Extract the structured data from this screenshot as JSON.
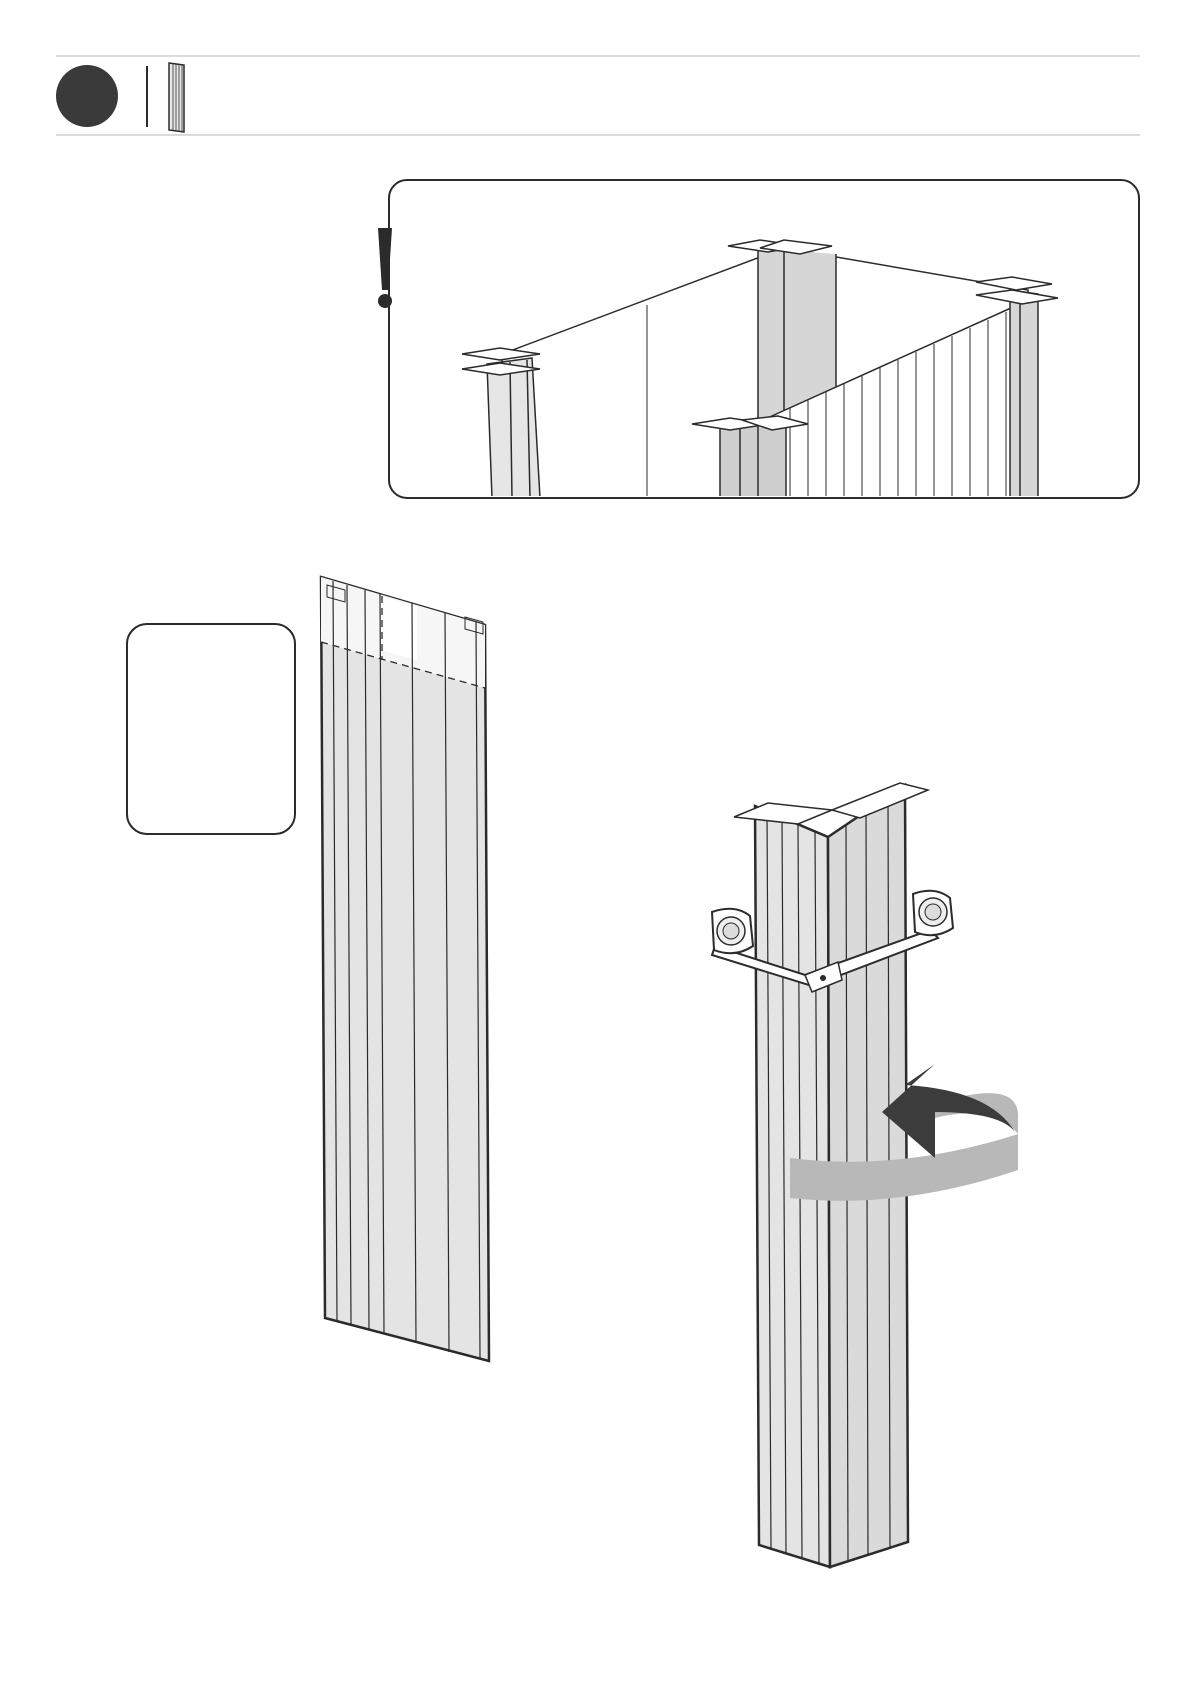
{
  "document": {
    "type": "assembly-instruction-page",
    "colors": {
      "ink": "#2b2b2b",
      "panel_fill": "#e6e6e6",
      "panel_shade": "#cfcfcf",
      "arrow_dark": "#3c3c3c",
      "arrow_band": "#b8b8b8",
      "step_circle": "#3a3a3a"
    }
  },
  "header": {
    "step_badge_icon": "filled-circle",
    "part_thumbnail_icon": "wall-panel-thumbnail"
  },
  "warning_callout": {
    "icon": "exclamation-mark",
    "illustration": "shed-walls-partial-frame"
  },
  "main": {
    "info_box_icon": "empty-rounded-box",
    "panel_illustration": "single-wall-panel",
    "post_illustration": "corner-post-with-clamps",
    "rotate_arrow_icon": "rotate-arrow"
  }
}
